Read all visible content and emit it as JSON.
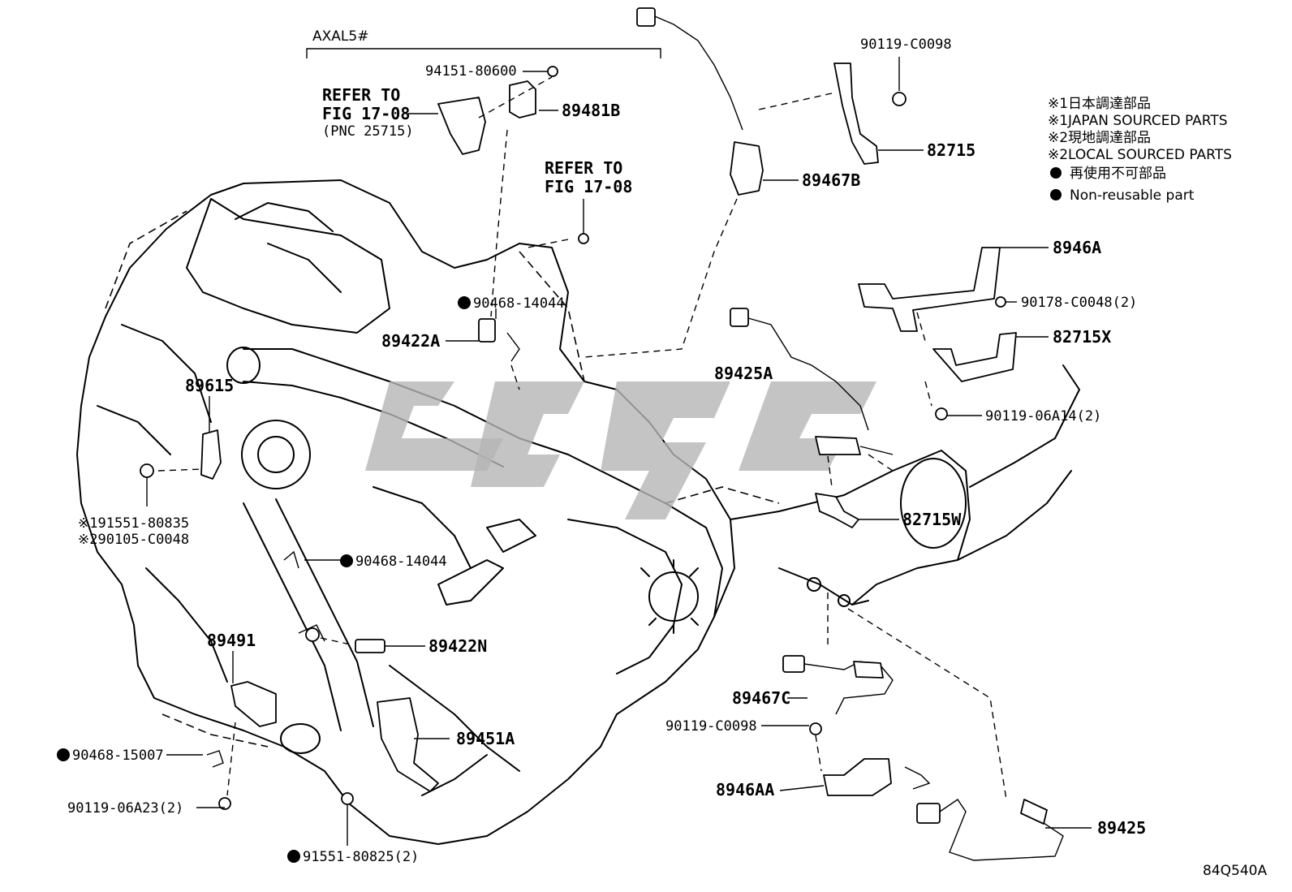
{
  "header": {
    "group": "AXAL5#",
    "refer1": [
      "REFER TO",
      "FIG 17-08",
      "(PNC 25715)"
    ],
    "refer2": [
      "REFER TO",
      "FIG 17-08"
    ]
  },
  "legend": {
    "items": [
      "※1日本調達部品",
      "※1JAPAN SOURCED PARTS",
      "※2現地調達部品",
      "※2LOCAL SOURCED PARTS",
      "再使用不可部品",
      "Non-reusable part"
    ]
  },
  "parts": {
    "p94151": "94151-80600",
    "p89481B": "89481B",
    "p90119_top": "90119-C0098",
    "p82715": "82715",
    "p89467B": "89467B",
    "p8946A": "8946A",
    "p90178": "90178-C0048(2)",
    "p82715X": "82715X",
    "p89425A": "89425A",
    "p90119_06A14": "90119-06A14(2)",
    "p82715W": "82715W",
    "p90468_a": "90468-14044",
    "p89422A": "89422A",
    "p89615": "89615",
    "p91551_80835": "※191551-80835",
    "p90105": "※290105-C0048",
    "p90468_b": "90468-14044",
    "p89491": "89491",
    "p89422N": "89422N",
    "p89467C": "89467C",
    "p90119_mid": "90119-C0098",
    "p89451A": "89451A",
    "p90468_15007": "90468-15007",
    "p8946AA": "8946AA",
    "p90119_06A23": "90119-06A23(2)",
    "p89425": "89425",
    "p91551_80825": "91551-80825(2)"
  },
  "figure_id": "84Q540A",
  "colors": {
    "ink": "#000000",
    "watermark": "#b5b5b5",
    "background": "#ffffff"
  }
}
